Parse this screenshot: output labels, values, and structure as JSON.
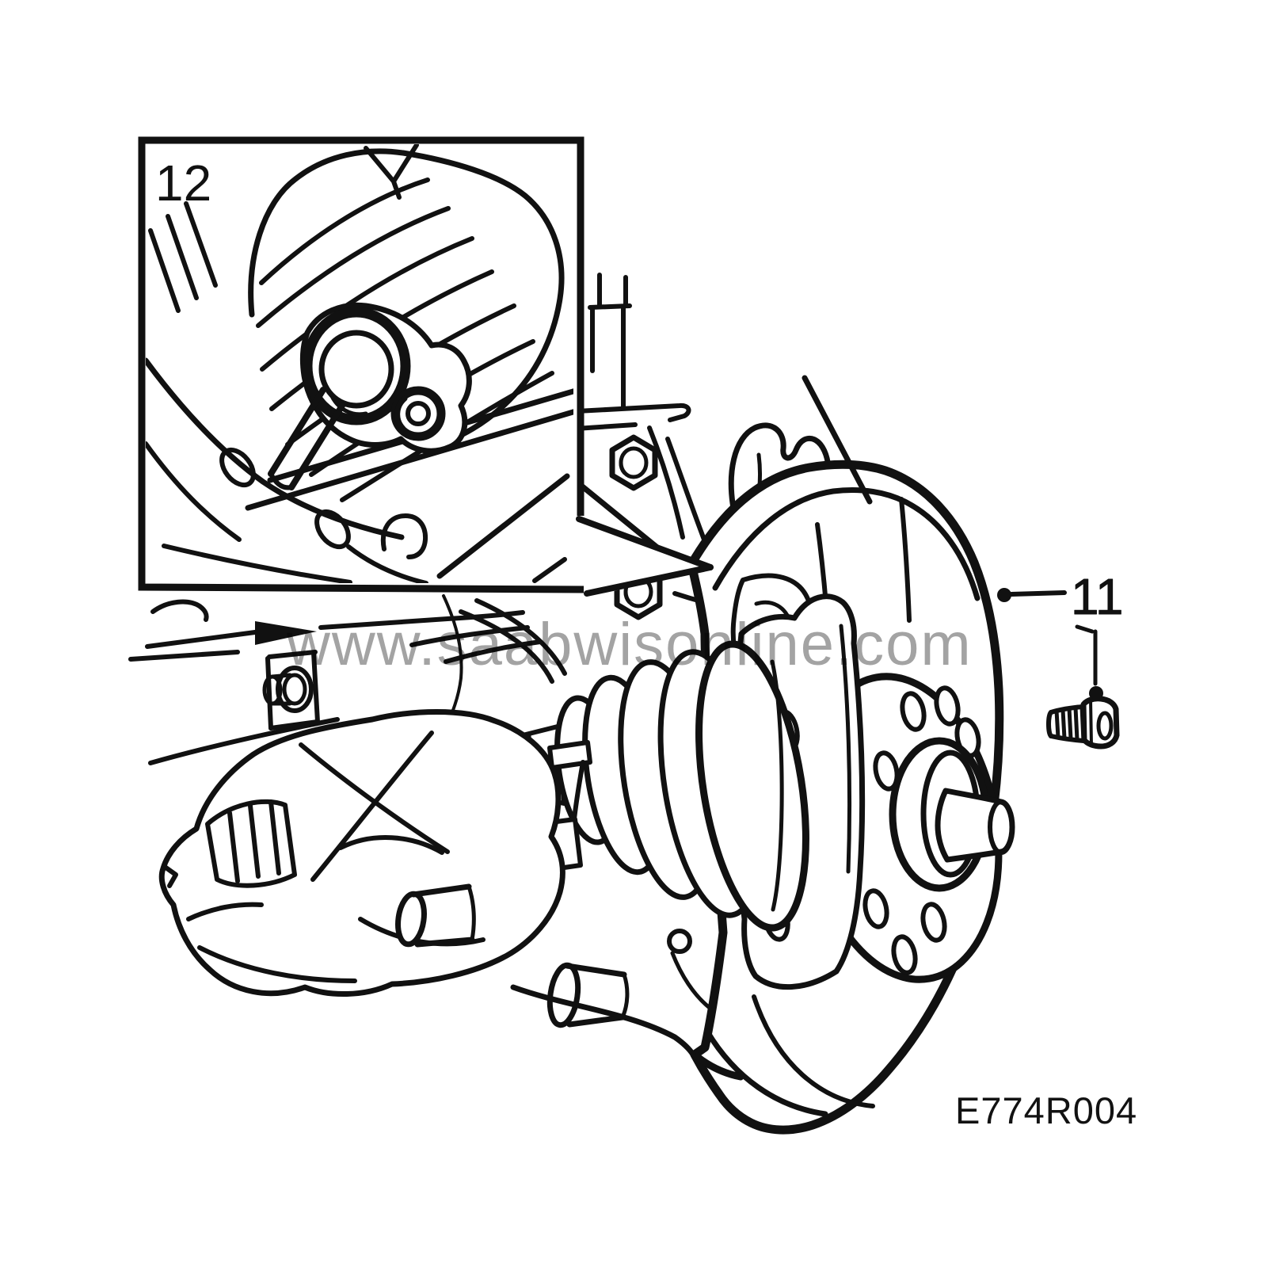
{
  "figure": {
    "watermark_text": "www.saabwisonline.com",
    "drawing_code": "E774R004",
    "callouts": {
      "detail_inset": "12",
      "splash_shield": "11"
    },
    "colors": {
      "line": "#111111",
      "watermark_gray": "#a3a3a3",
      "background": "#ffffff"
    }
  }
}
